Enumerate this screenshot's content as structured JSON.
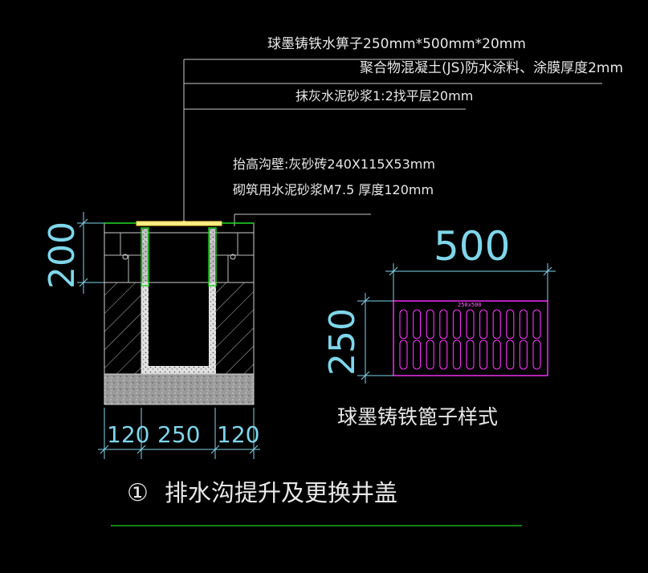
{
  "colors": {
    "background": "#000000",
    "annotation_text": "#e8e8e8",
    "dimension_text": "#7fd6ea",
    "grate_outline": "#ff33ff",
    "wall_outline": "#22dd22",
    "cover_plate": "#ffee88",
    "title_underline": "#22cc22"
  },
  "annotations": {
    "grate_spec": "球墨铸铁水箅子250mm*500mm*20mm",
    "waterproofing": "聚合物混凝土(JS)防水涂料、涂膜厚度2mm",
    "leveling_layer": "抹灰水泥砂浆1:2找平层20mm",
    "raised_wall": "抬高沟壁:灰砂砖240X115X53mm",
    "mortar": "砌筑用水泥砂浆M7.5  厚度120mm"
  },
  "section_dims": {
    "height": "200",
    "left_wall": "120",
    "channel_width": "250",
    "right_wall": "120"
  },
  "grate_view": {
    "width_dim": "500",
    "height_dim": "250",
    "plate_label": "250x500",
    "slot_rows": 2,
    "slot_cols": 11,
    "caption": "球墨铸铁篦子样式"
  },
  "title": {
    "number": "①",
    "text": "排水沟提升及更换井盖"
  }
}
